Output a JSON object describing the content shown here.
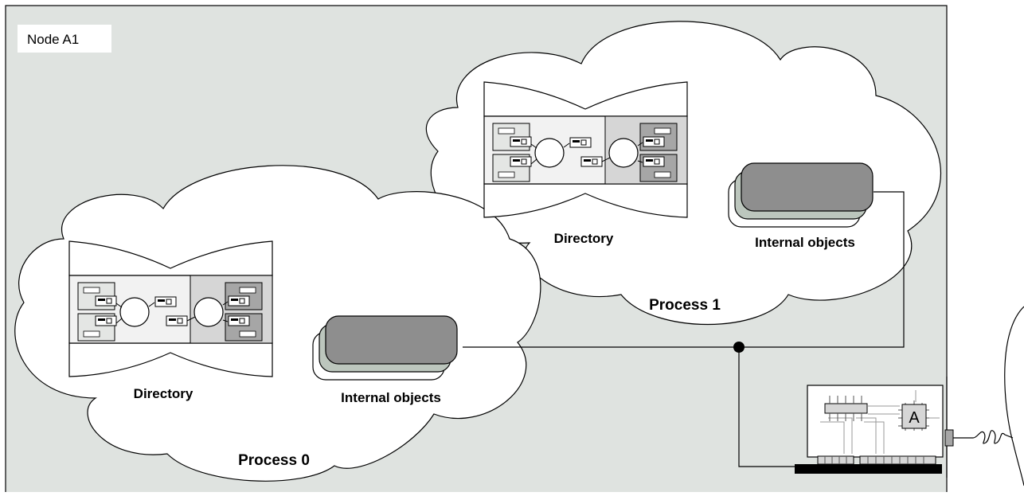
{
  "node": {
    "label": "Node A1"
  },
  "processes": [
    {
      "label": "Process 1",
      "directory_label": "Directory",
      "internal_objects_label": "Internal objects"
    },
    {
      "label": "Process 0",
      "directory_label": "Directory",
      "internal_objects_label": "Internal objects"
    }
  ],
  "network_card": {
    "chip_label": "A"
  },
  "colors": {
    "node_background": "#dfe3e0",
    "cloud": "#ffffff",
    "internal_object_dark": "#8e8e8e",
    "internal_object_mid": "#bcc6bd",
    "directory_right_panel": "#d6d6d6",
    "file_dark": "#a6a6a6",
    "file_light": "#e4e6e4"
  }
}
